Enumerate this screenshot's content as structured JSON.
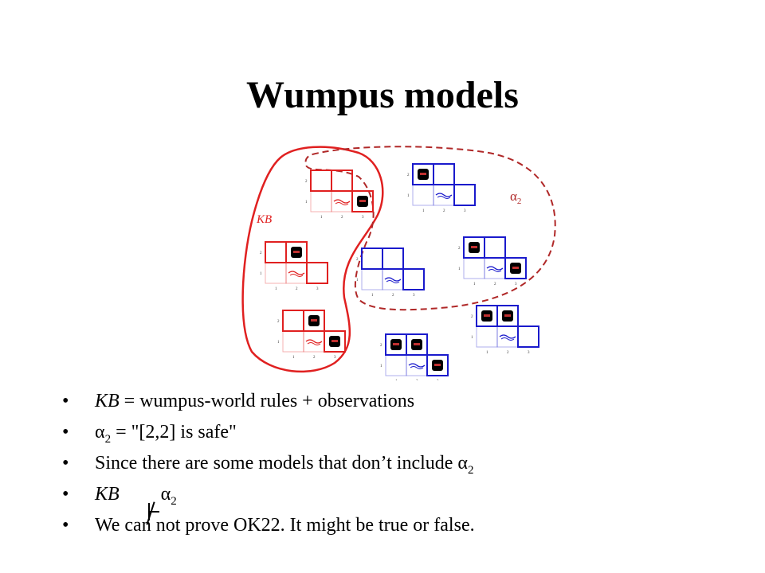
{
  "title": "Wumpus models",
  "diagram": {
    "kb_label": "KB",
    "alpha_label": "α",
    "alpha_sub": "2",
    "colors": {
      "kb": "#e02020",
      "alpha": "#b02828",
      "model": "#1a1acc",
      "pit": "#000000"
    },
    "axis_row_labels": [
      "2",
      "1"
    ],
    "axis_col_labels": [
      "1",
      "2",
      "3"
    ],
    "pit_icon": "pit-icon",
    "breeze_icon": "breeze-icon"
  },
  "bullets": [
    {
      "marker": "•",
      "kb": "KB",
      "text": " = wumpus-world rules + observations"
    },
    {
      "marker": "•",
      "pre": "α",
      "sub": "2",
      "text": " = \"[2,2] is safe\""
    },
    {
      "marker": "•",
      "text": "Since there are some models that don’t include α",
      "sub": "2"
    },
    {
      "marker": "•",
      "kb": "KB",
      "pre": "α",
      "sub": "2"
    },
    {
      "marker": "•",
      "text": "We can not prove OK22.  It might be true or false."
    }
  ]
}
